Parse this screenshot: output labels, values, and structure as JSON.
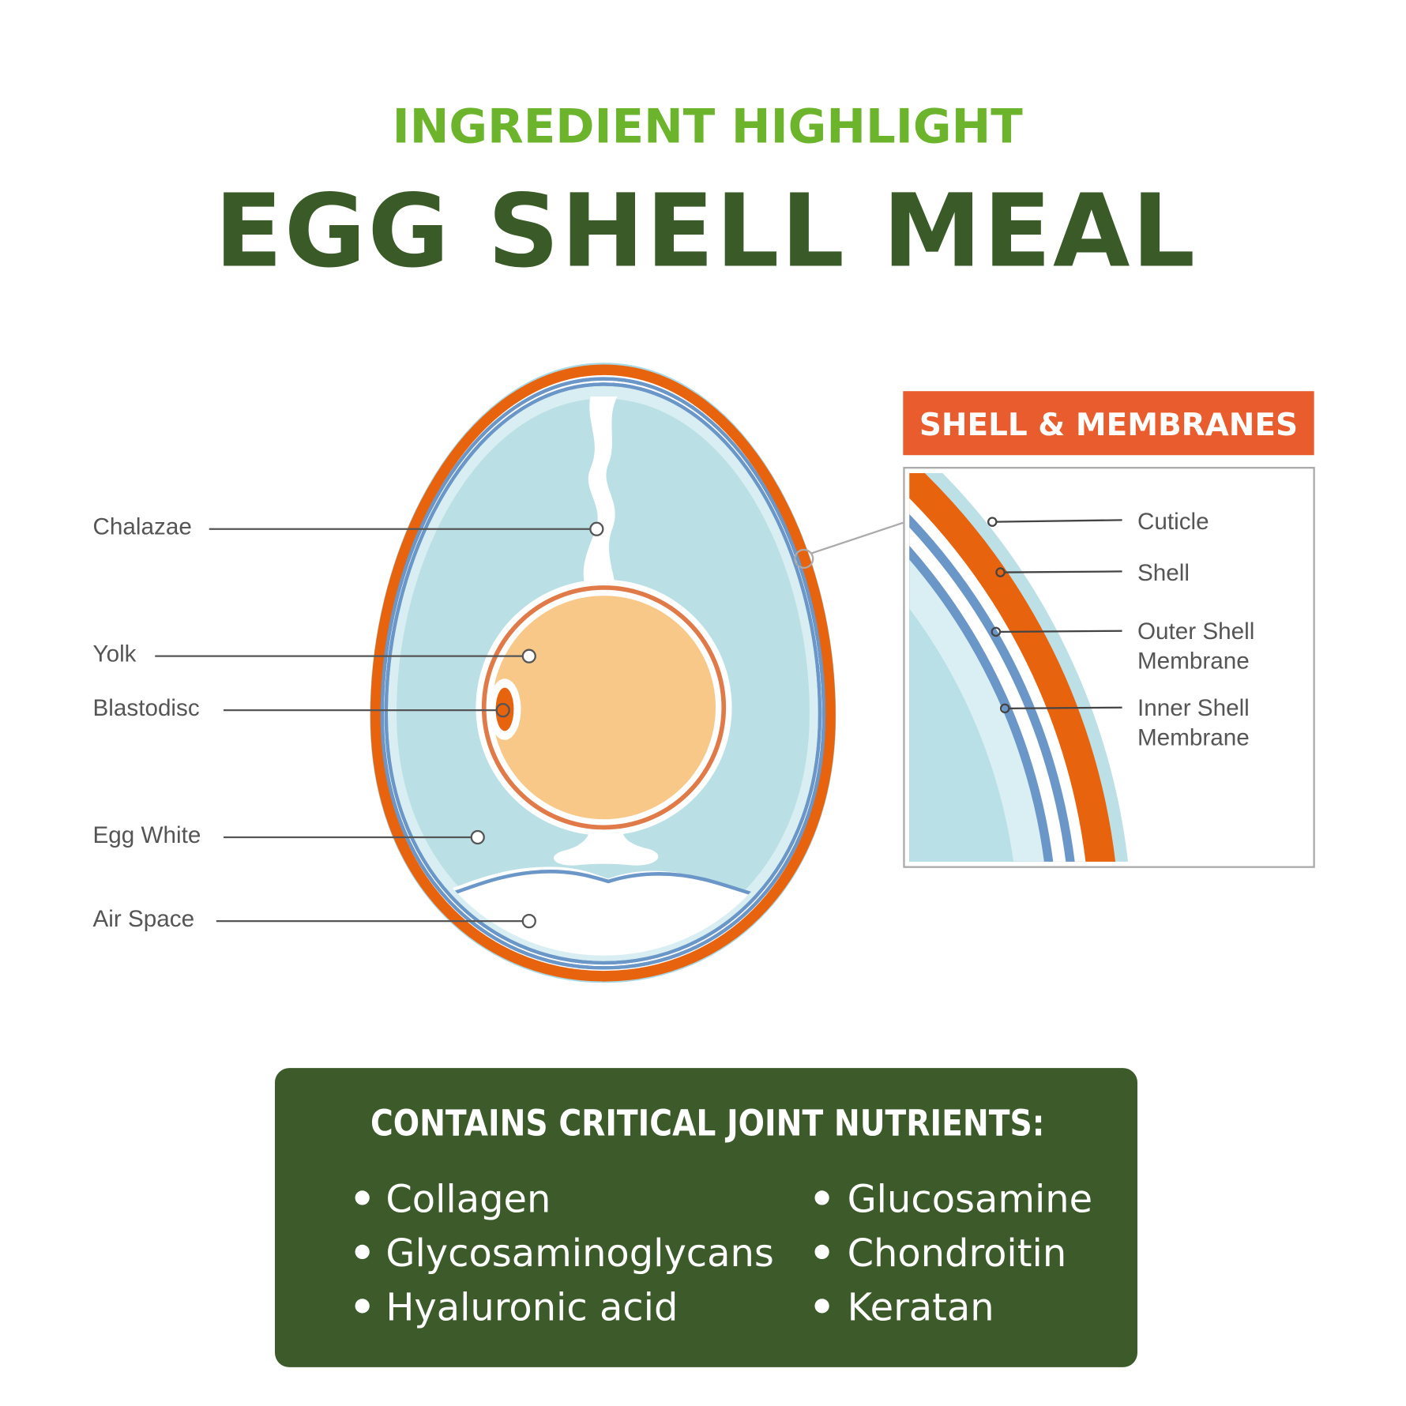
{
  "header": {
    "kicker": "INGREDIENT HIGHLIGHT",
    "title": "EGG SHELL MEAL"
  },
  "egg_labels": {
    "chalazae": "Chalazae",
    "yolk": "Yolk",
    "blastodisc": "Blastodisc",
    "egg_white": "Egg White",
    "air_space": "Air Space"
  },
  "inset": {
    "title": "SHELL & MEMBRANES",
    "cuticle": "Cuticle",
    "shell": "Shell",
    "outer_1": "Outer Shell",
    "outer_2": "Membrane",
    "inner_1": "Inner Shell",
    "inner_2": "Membrane"
  },
  "nutrients": {
    "title": "CONTAINS CRITICAL JOINT NUTRIENTS:",
    "left": [
      "Collagen",
      "Glycosaminoglycans",
      "Hyaluronic acid"
    ],
    "right": [
      "Glucosamine",
      "Chondroitin",
      "Keratan"
    ]
  },
  "colors": {
    "kicker": "#6cb42c",
    "title": "#3a5a28",
    "orange": "#e8630e",
    "inset_header": "#e85c2e",
    "membrane_blue": "#6b96c8",
    "egg_white": "#bae0e6",
    "yolk": "#f7c887",
    "panel": "#3c5a2a"
  }
}
